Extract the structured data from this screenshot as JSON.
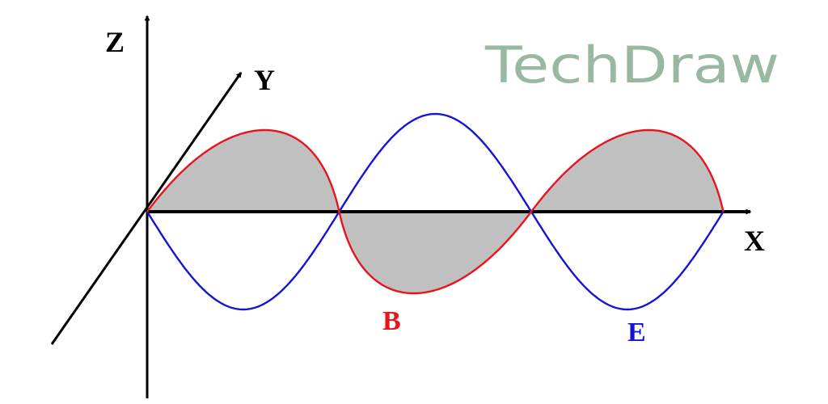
{
  "axes": {
    "x_label": "X",
    "y_label": "Y",
    "z_label": "Z"
  },
  "waves": {
    "magnetic_label": "B",
    "electric_label": "E"
  },
  "watermark": {
    "text": "TechDraw"
  },
  "colors": {
    "axis": "#000000",
    "magnetic": "#e8141d",
    "electric": "#1414d8",
    "fill": "#c0c0c0",
    "watermark": "#99b8a2"
  }
}
